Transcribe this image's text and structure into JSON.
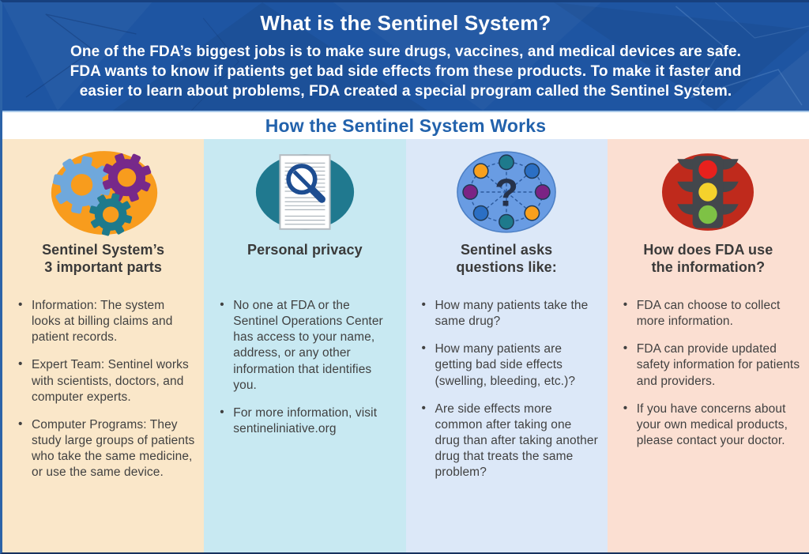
{
  "banner": {
    "title": "What is the Sentinel System?",
    "body": "One of the FDA’s biggest jobs is to make sure drugs, vaccines, and medical devices are safe.\nFDA wants to know if patients get bad side effects from these products. To make it faster and\neasier to learn about problems, FDA created a special program called the Sentinel System."
  },
  "subtitle": "How the Sentinel System Works",
  "columns": [
    {
      "icon": "gears-icon",
      "heading": "Sentinel System’s\n3 important parts",
      "bullets": [
        "Information: The system looks at billing claims and patient records.",
        "Expert Team: Sentinel works with scientists, doctors, and computer experts.",
        "Computer Programs: They study large groups of patients who take the same medicine, or use the same device."
      ]
    },
    {
      "icon": "document-no-access-icon",
      "heading": "Personal privacy",
      "bullets": [
        "No one at FDA or the Sentinel Operations Center has access to your name, address, or any other information that identifies you.",
        "For more information, visit sentineliniative.org"
      ]
    },
    {
      "icon": "network-question-icon",
      "icon_glyph": "?",
      "heading": "Sentinel asks\nquestions like:",
      "bullets": [
        "How many patients take the same drug?",
        "How many patients are getting bad side effects (swelling, bleeding, etc.)?",
        "Are side effects more common after taking one drug than after taking another drug that treats the same problem?"
      ]
    },
    {
      "icon": "traffic-light-icon",
      "heading": "How does FDA use\nthe information?",
      "bullets": [
        "FDA can choose to collect more information.",
        "FDA can provide updated safety information for patients and providers.",
        "If you have concerns about your own medical products, please contact your doctor."
      ]
    }
  ],
  "palette": {
    "banner_bg": "#1E55A2",
    "subtitle_text": "#2262AC",
    "column_bgs": [
      "#FAE7C9",
      "#C8E9F2",
      "#DCE8F8",
      "#FBDFD2"
    ],
    "heading_text": "#3A3A3A",
    "body_text": "#414141",
    "orange": "#F89C1D",
    "gear_blue": "#6FA8DC",
    "gear_purple": "#77298A",
    "gear_teal": "#1E7A8C",
    "privacy_ellipse_teal": "#20798F",
    "magnifier_navy": "#1D4D91",
    "network_ellipse_blue": "#699CE3",
    "node_blue": "#2B6FC4",
    "traffic_ellipse_red": "#BF2A1C",
    "light_red": "#E8211D",
    "light_yellow": "#F5D22C",
    "light_green": "#7EC245",
    "traffic_housing": "#43474C"
  }
}
